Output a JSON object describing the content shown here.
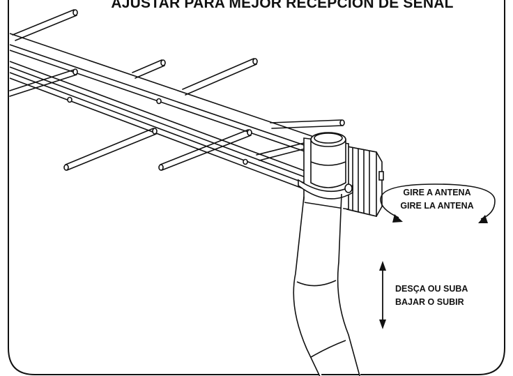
{
  "title": "AJUSTAR PARA MEJOR RECEPCION DE SEÑAL",
  "rotate_label_pt": "GIRE A ANTENA",
  "rotate_label_es": "GIRE LA ANTENA",
  "height_label_pt": "DESÇA OU SUBA",
  "height_label_es": "BAJAR O SUBIR",
  "colors": {
    "line": "#111111",
    "background": "#ffffff"
  }
}
